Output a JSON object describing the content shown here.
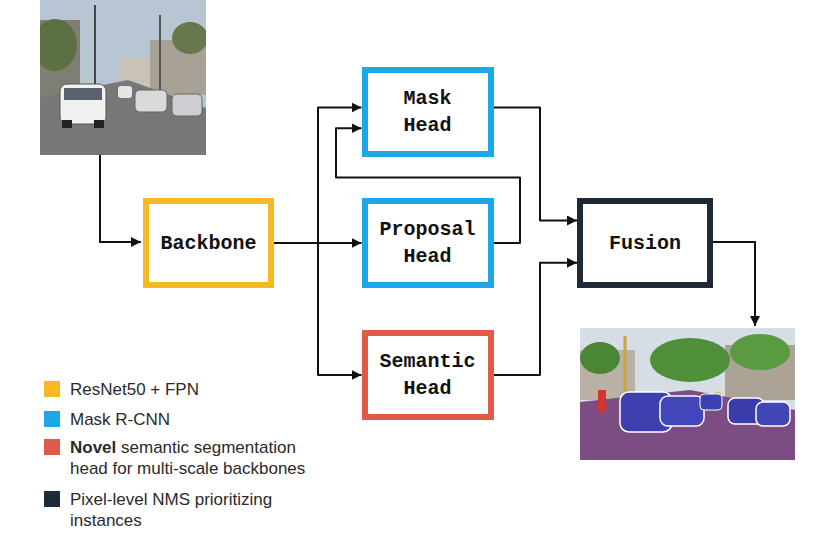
{
  "diagram": {
    "nodes": [
      {
        "text": [
          "Backbone"
        ]
      },
      {
        "text": [
          "Mask Head"
        ]
      },
      {
        "text": [
          "Proposal Head"
        ]
      },
      {
        "text": [
          "Semantic Head"
        ]
      },
      {
        "text": [
          "Fusion"
        ]
      }
    ],
    "edges": [
      {
        "from": 0,
        "to": 2,
        "arrow": "to"
      },
      {
        "from": 0,
        "to": 1,
        "arrow": "to"
      },
      {
        "from": 0,
        "to": 3,
        "arrow": "to"
      },
      {
        "from": 2,
        "to": 1,
        "arrow": "to"
      },
      {
        "from": 1,
        "to": 4,
        "arrow": "to"
      },
      {
        "from": 3,
        "to": 4,
        "arrow": "to"
      }
    ],
    "legend": [
      {
        "text": "ResNet50 + FPN",
        "color": "#f6b923"
      },
      {
        "text": "Mask R-CNN",
        "color": "#1ca7e6"
      },
      {
        "text": "Novel semantic segmentation head for multi-scale backbones",
        "color": "#e05a48"
      },
      {
        "text": "Pixel-level NMS prioritizing instances",
        "color": "#1f2a36"
      }
    ]
  }
}
